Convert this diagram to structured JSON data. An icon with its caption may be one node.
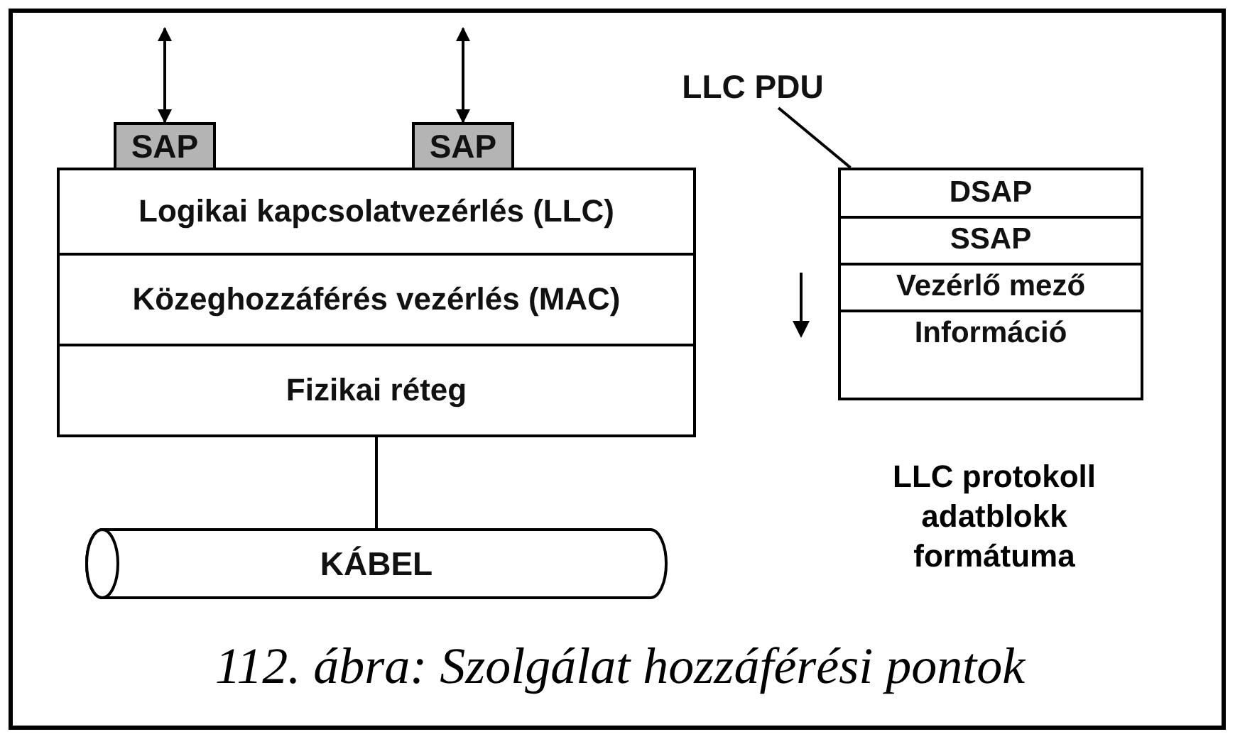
{
  "diagram": {
    "caption": "112. ábra: Szolgálat hozzáférési pontok",
    "nodes": [
      {
        "text": [
          "SAP"
        ]
      },
      {
        "text": [
          "SAP"
        ]
      },
      {
        "text": [
          "Logikai kapcsolatvezérlés (LLC)"
        ]
      },
      {
        "text": [
          "Közeghozzáférés vezérlés (MAC)"
        ]
      },
      {
        "text": [
          "Fizikai réteg"
        ]
      },
      {
        "text": [
          "KÁBEL"
        ]
      },
      {
        "text": [
          "LLC PDU"
        ]
      },
      {
        "text": [],
        "shape": "box"
      },
      {
        "text": [
          "DSAP"
        ],
        "in": 7
      },
      {
        "text": [
          "SSAP"
        ],
        "in": 7
      },
      {
        "text": [
          "Vezérlő mező"
        ],
        "in": 7
      },
      {
        "text": [
          "Információ"
        ],
        "in": 7
      }
    ],
    "edges": [
      {
        "from": null,
        "to": 0,
        "arrow": "both"
      },
      {
        "from": null,
        "to": 1,
        "arrow": "both"
      },
      {
        "from": 6,
        "to": 7,
        "arrow": "none"
      },
      {
        "from": 4,
        "to": 5,
        "arrow": "none"
      }
    ],
    "labels": [
      "LLC protokoll adatblokk formátuma"
    ]
  }
}
